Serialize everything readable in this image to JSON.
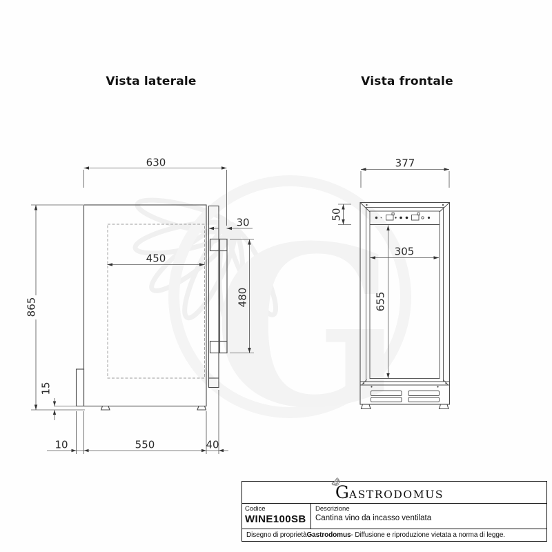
{
  "side_view": {
    "title": "Vista laterale",
    "dims": {
      "total_depth": "630",
      "door_projection": "30",
      "interior_depth": "450",
      "handle_length": "480",
      "total_height": "865",
      "feet_height": "15",
      "rear_spacer": "10",
      "body_depth": "550",
      "door_depth": "40"
    }
  },
  "front_view": {
    "title": "Vista frontale",
    "dims": {
      "total_width": "377",
      "control_panel_height": "50",
      "interior_width": "305",
      "interior_height": "655"
    }
  },
  "watermark": {
    "letter": "G"
  },
  "title_block": {
    "logo_initial": "G",
    "logo_rest": "ASTRODOMUS",
    "code_label": "Codice",
    "code_value": "WINE100SB",
    "description_label": "Descrizione",
    "description_value": "Cantina vino da incasso ventilata",
    "note_prefix": "Disegno di proprietà ",
    "note_brand": "Gastrodomus",
    "note_suffix": " - Diffusione e riproduzione vietata a norma di legge."
  },
  "colors": {
    "drawing_line": "#4a4a4a",
    "dimension_line": "#5a5a5a",
    "dashed_line": "#9a9a9a",
    "text": "#2b2b2b",
    "watermark": "#f1f1f1",
    "title_block_border": "#111111",
    "background": "#fefefe"
  }
}
